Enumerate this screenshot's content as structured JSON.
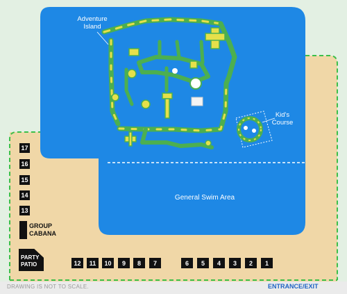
{
  "map": {
    "labels": {
      "adventure_island": [
        "Adventure",
        "Island"
      ],
      "kids_course": [
        "Kid's",
        "Course"
      ],
      "general_swim": "General Swim Area",
      "group_cabana": [
        "GROUP",
        "CABANA"
      ],
      "party_patio": [
        "PARTY",
        "PATIO"
      ]
    },
    "cabanas_left": [
      "17",
      "16",
      "15",
      "14",
      "13"
    ],
    "cabanas_bottom_left": [
      "12",
      "11",
      "10",
      "9",
      "8",
      "7"
    ],
    "cabanas_bottom_right": [
      "6",
      "5",
      "4",
      "3",
      "2",
      "1"
    ],
    "footer": {
      "disclaimer": "DRAWING IS NOT TO SCALE.",
      "entrance": "ENTRANCE/EXIT"
    },
    "colors": {
      "water": "#1e88e5",
      "sand": "#f0d7a7",
      "grass": "#e3f0e3",
      "footer_bg": "#ebebeb",
      "dash_green": "#3bbf4a",
      "entrance_blue": "#1e63c4",
      "inflatable_green": "#4caf50",
      "inflatable_yellow": "#e6e04a",
      "cabana_black": "#111111"
    }
  }
}
